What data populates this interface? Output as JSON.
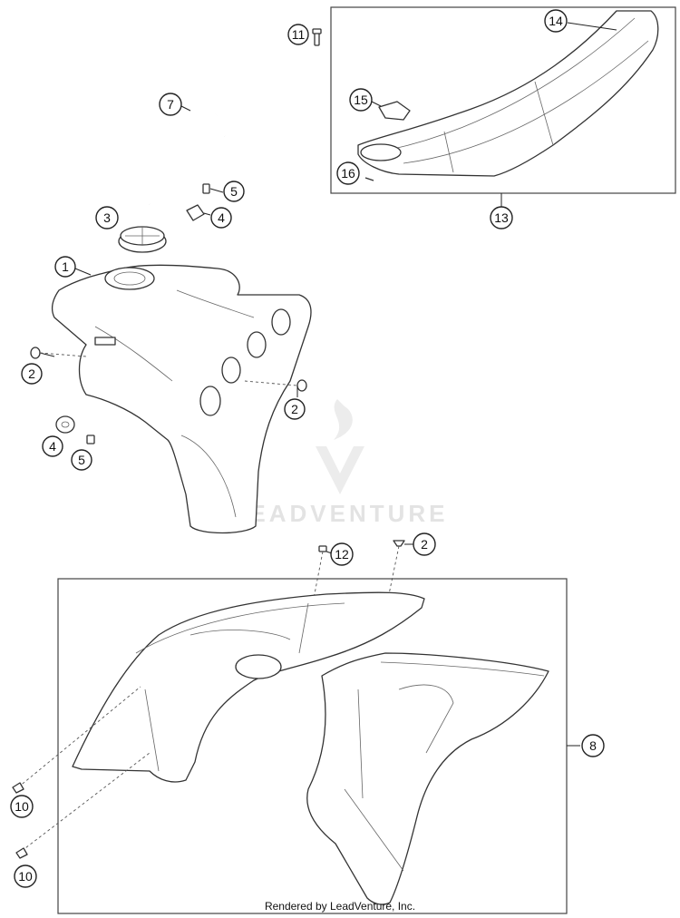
{
  "callouts": [
    {
      "id": "c11",
      "label": "11"
    },
    {
      "id": "c14",
      "label": "14"
    },
    {
      "id": "c15",
      "label": "15"
    },
    {
      "id": "c16",
      "label": "16"
    },
    {
      "id": "c13",
      "label": "13"
    },
    {
      "id": "c7",
      "label": "7"
    },
    {
      "id": "c5a",
      "label": "5"
    },
    {
      "id": "c4a",
      "label": "4"
    },
    {
      "id": "c3",
      "label": "3"
    },
    {
      "id": "c1",
      "label": "1"
    },
    {
      "id": "c2a",
      "label": "2"
    },
    {
      "id": "c2b",
      "label": "2"
    },
    {
      "id": "c4b",
      "label": "4"
    },
    {
      "id": "c5b",
      "label": "5"
    },
    {
      "id": "c12",
      "label": "12"
    },
    {
      "id": "c2c",
      "label": "2"
    },
    {
      "id": "c8",
      "label": "8"
    },
    {
      "id": "c10a",
      "label": "10"
    },
    {
      "id": "c10b",
      "label": "10"
    }
  ],
  "watermark": {
    "text": "LEADVENTURE"
  },
  "footer": {
    "text": "Rendered by LeadVenture, Inc."
  }
}
